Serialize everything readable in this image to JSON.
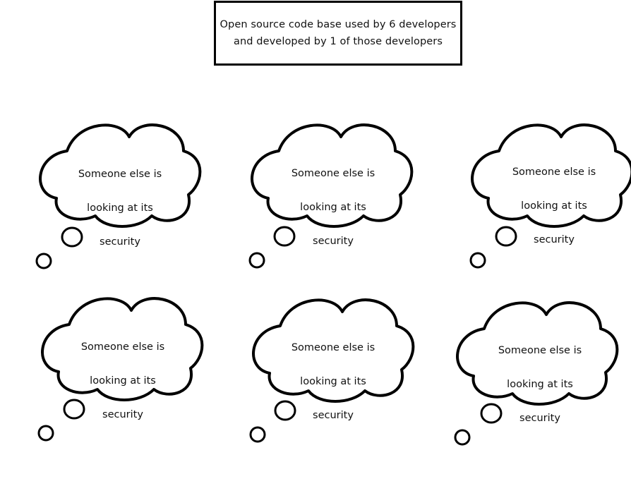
{
  "header": {
    "line1": "Open source code base used by 6 developers",
    "line2": "and developed by 1 of those developers"
  },
  "thoughts": [
    {
      "line1": "Someone else is",
      "line2": "looking at its",
      "line3": "security"
    },
    {
      "line1": "Someone else is",
      "line2": "looking at its",
      "line3": "security"
    },
    {
      "line1": "Someone else is",
      "line2": "looking at its",
      "line3": "security"
    },
    {
      "line1": "Someone else is",
      "line2": "looking at its",
      "line3": "security"
    },
    {
      "line1": "Someone else is",
      "line2": "looking at its",
      "line3": "security"
    },
    {
      "line1": "Someone else is",
      "line2": "looking at its",
      "line3": "security"
    }
  ],
  "colors": {
    "stroke": "#000000",
    "background": "#ffffff",
    "text": "#111111"
  }
}
